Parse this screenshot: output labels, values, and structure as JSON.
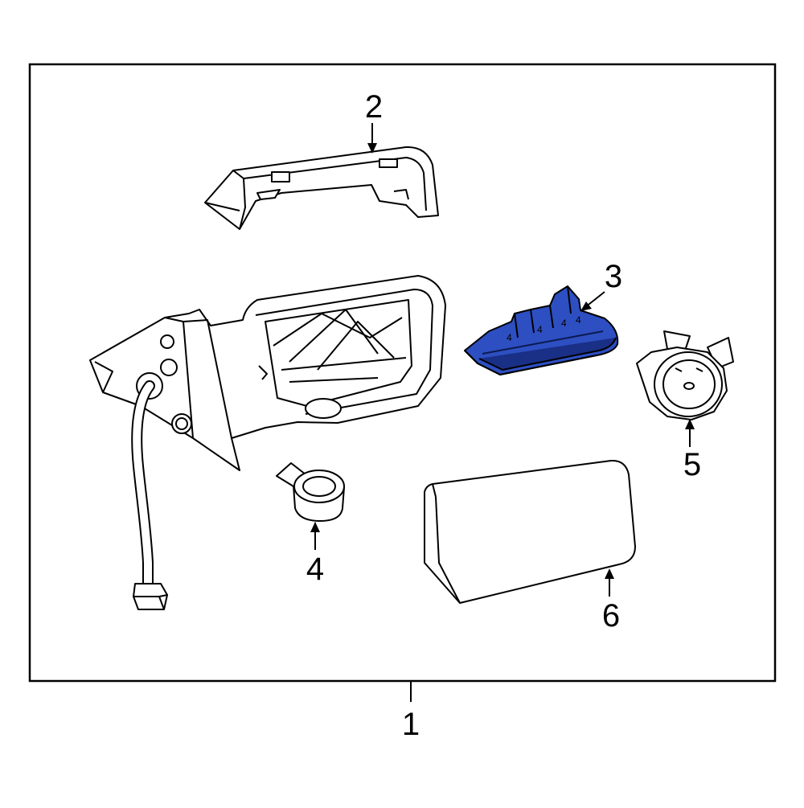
{
  "callouts": {
    "c1": "1",
    "c2": "2",
    "c3": "3",
    "c4": "4",
    "c5": "5",
    "c6": "6"
  },
  "colors": {
    "line": "#000000",
    "highlight": "#2d4fc2",
    "highlight_dark": "#1a2f86",
    "background": "#ffffff"
  }
}
